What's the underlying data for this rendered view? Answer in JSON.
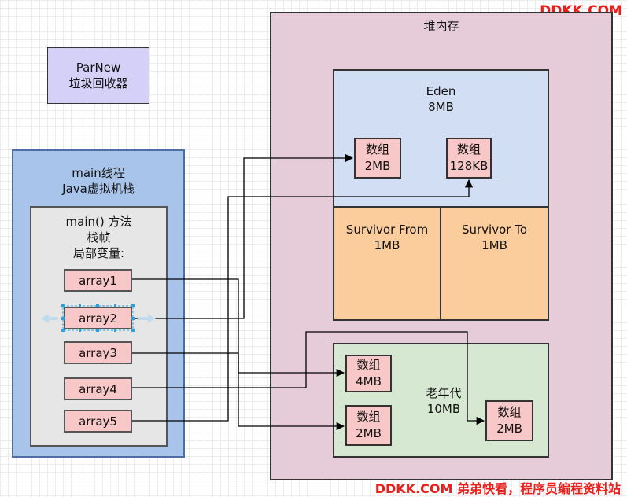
{
  "watermark": {
    "top": "DDKK.COM",
    "bottom": "DDKK.COM 弟弟快看，程序员编程资料站"
  },
  "parnew": {
    "line1": "ParNew",
    "line2": "垃圾回收器"
  },
  "stack": {
    "line1": "main线程",
    "line2": "Java虚拟机栈",
    "frame": {
      "line1": "main() 方法",
      "line2": "栈帧",
      "line3": "局部变量:",
      "vars": [
        "array1",
        "array2",
        "array3",
        "array4",
        "array5"
      ]
    }
  },
  "heap": {
    "title": "堆内存",
    "eden": {
      "line1": "Eden",
      "line2": "8MB",
      "arrays": [
        {
          "line1": "数组",
          "line2": "2MB"
        },
        {
          "line1": "数组",
          "line2": "128KB"
        }
      ]
    },
    "survivor_from": {
      "line1": "Survivor From",
      "line2": "1MB"
    },
    "survivor_to": {
      "line1": "Survivor To",
      "line2": "1MB"
    },
    "old": {
      "line1": "老年代",
      "line2": "10MB",
      "arrays": [
        {
          "line1": "数组",
          "line2": "4MB"
        },
        {
          "line1": "数组",
          "line2": "2MB"
        },
        {
          "line1": "数组",
          "line2": "2MB"
        }
      ]
    }
  },
  "colors": {
    "line": "#000000",
    "selection": "#29a3e0",
    "watermark": "#e8201c"
  }
}
